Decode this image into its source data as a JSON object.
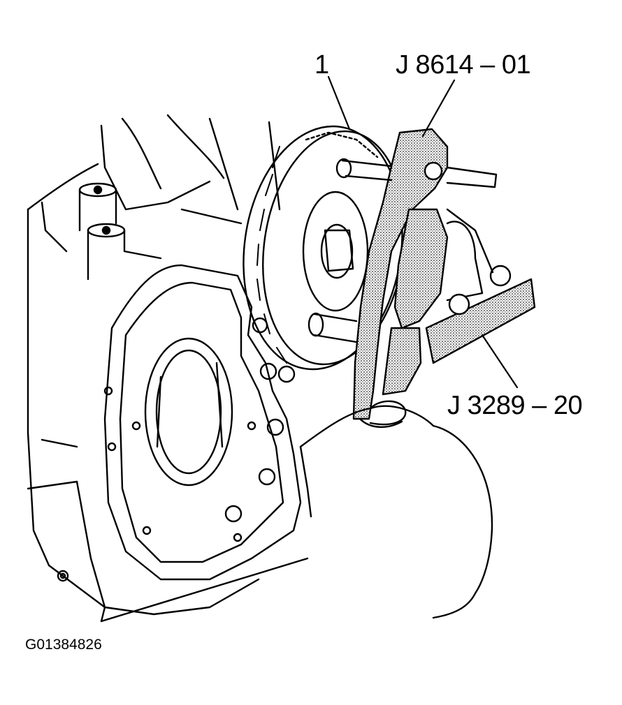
{
  "callouts": {
    "part_number": "1",
    "tool_holder": "J 8614 – 01",
    "tool_fixture": "J 3289 – 20"
  },
  "figure_id": "G01384826",
  "colors": {
    "ink": "#000000",
    "paper": "#ffffff",
    "stipple": "#9a9a9a"
  }
}
